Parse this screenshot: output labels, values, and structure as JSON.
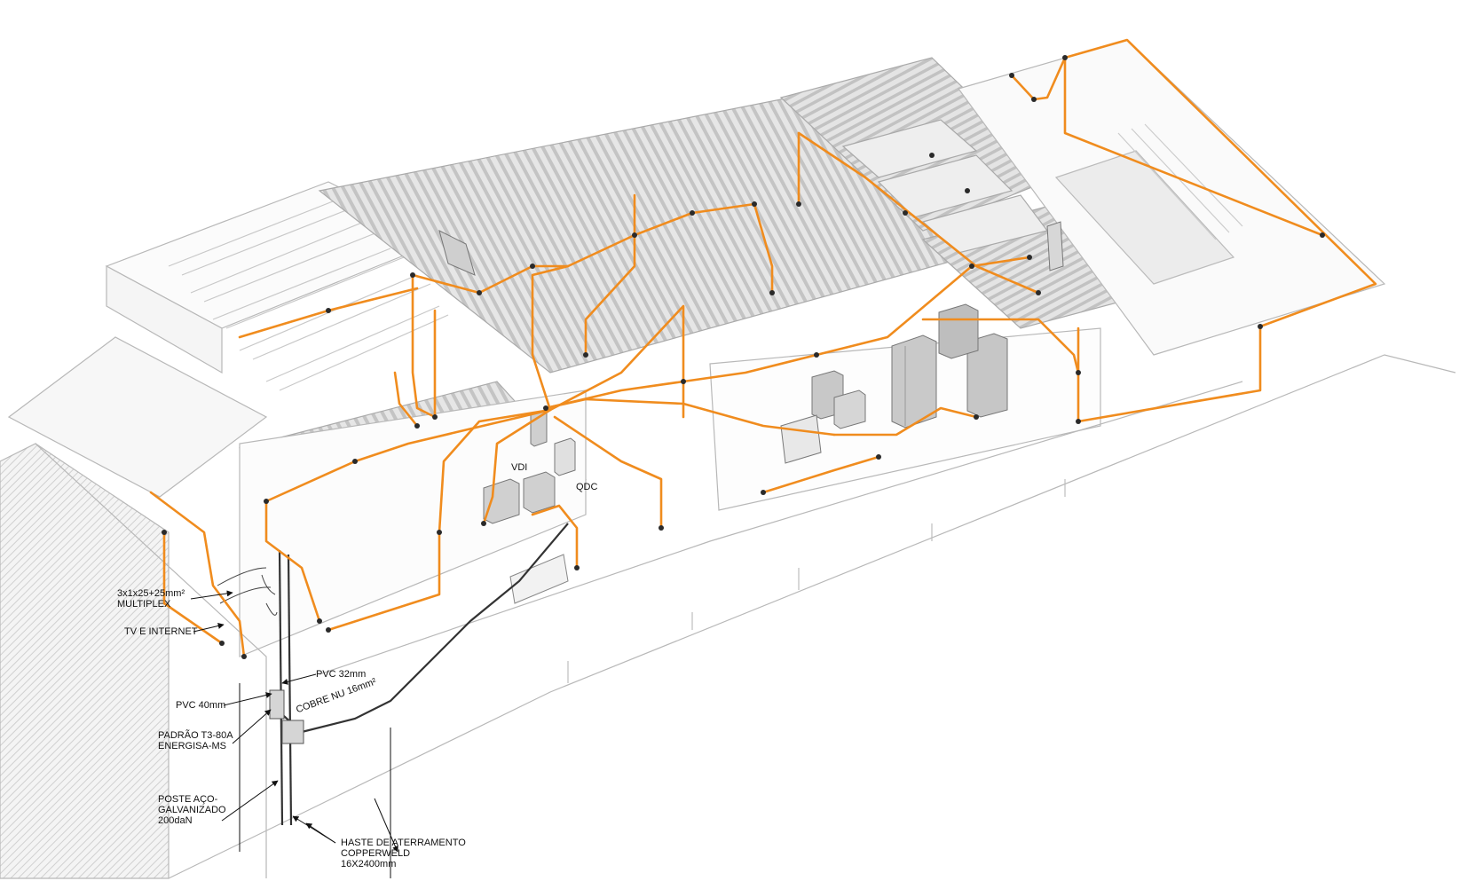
{
  "diagram": {
    "equipment_tags": {
      "vdi": "VDI",
      "qdc": "QDC"
    },
    "callouts": {
      "multiplex": "3x1x25+25mm²\nMULTIPLEX",
      "tv_internet": "TV E INTERNET",
      "pvc_32": "PVC 32mm",
      "pvc_40": "PVC 40mm",
      "padrao": "PADRÃO T3-80A\nENERGISA-MS",
      "cobre_nu": "COBRE NU 16mm²",
      "poste": "POSTE AÇO-\nGALVANIZADO\n200daN",
      "haste": "HASTE DE ATERRAMENTO\nCOPPERWELD\n16X2400mm"
    },
    "colors": {
      "conduit": "#f08c1e",
      "structure": "#b8b8b8",
      "roof_fill": "#d9d9d9",
      "equipment": "#bdbdbd",
      "grounding": "#333333",
      "junction": "#2a2a2a"
    }
  }
}
